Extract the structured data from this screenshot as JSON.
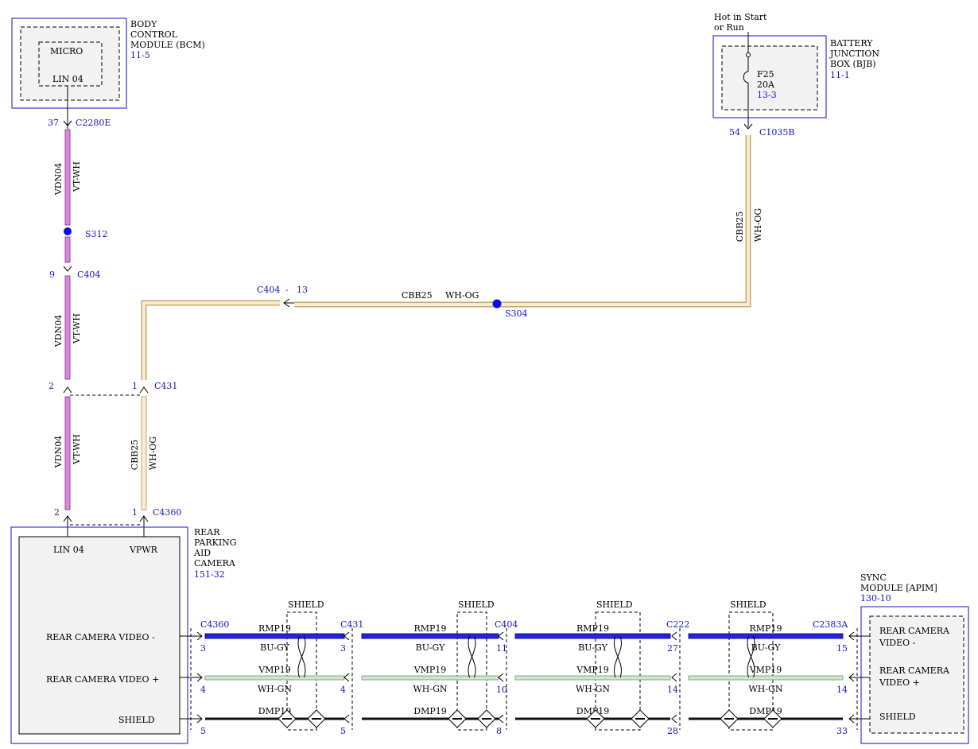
{
  "bcm": {
    "name_lines": [
      "BODY",
      "CONTROL",
      "MODULE (BCM)"
    ],
    "ref": "11-5",
    "micro_label": "MICRO",
    "pin_label": "LIN 04"
  },
  "bjb": {
    "top_note_lines": [
      "Hot in Start",
      "or Run"
    ],
    "name_lines": [
      "BATTERY",
      "JUNCTION",
      "BOX (BJB)"
    ],
    "ref": "11-1",
    "fuse_name": "F25",
    "fuse_rating": "20A",
    "fuse_ref": "13-3"
  },
  "camera": {
    "name_lines": [
      "REAR",
      "PARKING",
      "AID",
      "CAMERA"
    ],
    "ref": "151-32",
    "pin_lin": "LIN 04",
    "pin_vpwr": "VPWR",
    "sig_video_neg": "REAR CAMERA VIDEO -",
    "sig_video_pos": "REAR CAMERA VIDEO +",
    "sig_shield": "SHIELD"
  },
  "sync": {
    "name_lines": [
      "SYNC",
      "MODULE [APIM]"
    ],
    "ref": "130-10",
    "sig_video_neg_lines": [
      "REAR CAMERA",
      "VIDEO -"
    ],
    "sig_video_pos_lines": [
      "REAR CAMERA",
      "VIDEO +"
    ],
    "sig_shield": "SHIELD"
  },
  "lin_circuit": {
    "circuit": "VDN04",
    "color": "VT-WH",
    "wire_color_hex": "#d98ad9",
    "c2280e_pin": "37",
    "c2280e": "C2280E",
    "splice": "S312",
    "c404_pin": "9",
    "c404": "C404",
    "c431_pin": "2",
    "c4360_pin": "2"
  },
  "power_circuit": {
    "circuit": "CBB25",
    "color": "WH-OG",
    "wire_color_hex": "#f0dfb8",
    "c1035b_pin": "54",
    "c1035b": "C1035B",
    "splice": "S304",
    "c404": "C404",
    "c404_sep": "-",
    "c404_pin": "13",
    "c431_pin": "1",
    "c431": "C431",
    "c4360_pin": "1",
    "c4360": "C4360"
  },
  "shield_label": "SHIELD",
  "video_bus": {
    "connectors": [
      "C4360",
      "C431",
      "C404",
      "C222",
      "C2383A"
    ],
    "rmp": {
      "circuit": "RMP19",
      "color": "BU-GY",
      "wire_color_hex": "#2323e0",
      "pins": [
        "3",
        "3",
        "11",
        "27",
        "15"
      ]
    },
    "vmp": {
      "circuit": "VMP19",
      "color": "WH-GN",
      "wire_color_hex": "#cfe6cf",
      "pins": [
        "4",
        "4",
        "10",
        "14",
        "14"
      ]
    },
    "dmp": {
      "circuit": "DMP19",
      "wire_color_hex": "#111111",
      "pins": [
        "5",
        "5",
        "8",
        "28",
        "33"
      ]
    }
  },
  "accent_blue": "#1515c8",
  "splice_dot_color": "#0a0ae6"
}
